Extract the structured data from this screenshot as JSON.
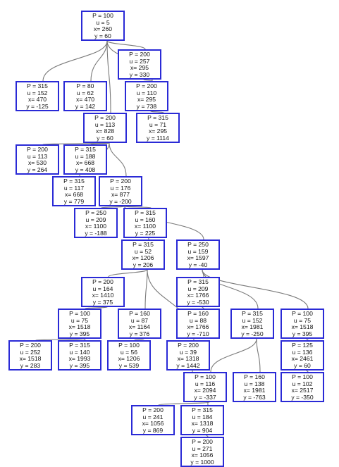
{
  "nodes": [
    {
      "id": "n1",
      "P": "100",
      "u": "5",
      "x": "260",
      "y": "60"
    },
    {
      "id": "n2",
      "P": "200",
      "u": "257",
      "x": "295",
      "y": "330"
    },
    {
      "id": "n3",
      "P": "315",
      "u": "152",
      "x": "470",
      "y": "-125"
    },
    {
      "id": "n4",
      "P": "80",
      "u": "62",
      "x": "470",
      "y": "142"
    },
    {
      "id": "n5",
      "P": "200",
      "u": "110",
      "x": "295",
      "y": "738"
    },
    {
      "id": "n6",
      "P": "200",
      "u": "113",
      "x": "828",
      "y": "60"
    },
    {
      "id": "n7",
      "P": "315",
      "u": "71",
      "x": "295",
      "y": "1114"
    },
    {
      "id": "n8",
      "P": "200",
      "u": "113",
      "x": "530",
      "y": "264"
    },
    {
      "id": "n9",
      "P": "315",
      "u": "188",
      "x": "668",
      "y": "408"
    },
    {
      "id": "n10",
      "P": "315",
      "u": "117",
      "x": "668",
      "y": "779"
    },
    {
      "id": "n11",
      "P": "200",
      "u": "176",
      "x": "877",
      "y": "-200"
    },
    {
      "id": "n12",
      "P": "250",
      "u": "209",
      "x": "1100",
      "y": "-188"
    },
    {
      "id": "n13",
      "P": "315",
      "u": "160",
      "x": "1100",
      "y": "225"
    },
    {
      "id": "n14",
      "P": "315",
      "u": "52",
      "x": "1206",
      "y": "206"
    },
    {
      "id": "n15",
      "P": "250",
      "u": "159",
      "x": "1597",
      "y": "-40"
    },
    {
      "id": "n16",
      "P": "200",
      "u": "164",
      "x": "1410",
      "y": "375"
    },
    {
      "id": "n17",
      "P": "315",
      "u": "209",
      "x": "1766",
      "y": "-530"
    },
    {
      "id": "n18",
      "P": "100",
      "u": "75",
      "x": "1518",
      "y": "395"
    },
    {
      "id": "n19",
      "P": "160",
      "u": "87",
      "x": "1164",
      "y": "376"
    },
    {
      "id": "n20",
      "P": "160",
      "u": "88",
      "x": "1766",
      "y": "-710"
    },
    {
      "id": "n21",
      "P": "315",
      "u": "152",
      "x": "1981",
      "y": "-250"
    },
    {
      "id": "n22",
      "P": "100",
      "u": "75",
      "x": "1518",
      "y": "395"
    },
    {
      "id": "n23",
      "P": "200",
      "u": "252",
      "x": "1518",
      "y": "283"
    },
    {
      "id": "n24",
      "P": "315",
      "u": "140",
      "x": "1993",
      "y": "395"
    },
    {
      "id": "n25",
      "P": "100",
      "u": "56",
      "x": "1206",
      "y": "539"
    },
    {
      "id": "n26",
      "P": "200",
      "u": "39",
      "x": "1318",
      "y": "1442"
    },
    {
      "id": "n27",
      "P": "125",
      "u": "136",
      "x": "2461",
      "y": "60"
    },
    {
      "id": "n28",
      "P": "100",
      "u": "116",
      "x": "2094",
      "y": "-337"
    },
    {
      "id": "n29",
      "P": "160",
      "u": "138",
      "x": "1981",
      "y": "-763"
    },
    {
      "id": "n30",
      "P": "100",
      "u": "102",
      "x": "2517",
      "y": "-350"
    },
    {
      "id": "n31",
      "P": "200",
      "u": "241",
      "x": "1056",
      "y": "869"
    },
    {
      "id": "n32",
      "P": "315",
      "u": "184",
      "x": "1318",
      "y": "904"
    },
    {
      "id": "n33",
      "P": "200",
      "u": "271",
      "x": "1056",
      "y": "1000"
    }
  ],
  "edges": [
    [
      "n1",
      "n2"
    ],
    [
      "n1",
      "n3"
    ],
    [
      "n1",
      "n4"
    ],
    [
      "n1",
      "n6"
    ],
    [
      "n1",
      "n5"
    ],
    [
      "n2",
      "n5"
    ],
    [
      "n5",
      "n7"
    ],
    [
      "n6",
      "n8"
    ],
    [
      "n6",
      "n9"
    ],
    [
      "n6",
      "n11"
    ],
    [
      "n6",
      "n10"
    ],
    [
      "n11",
      "n12"
    ],
    [
      "n11",
      "n13"
    ],
    [
      "n11",
      "n14"
    ],
    [
      "n11",
      "n15"
    ],
    [
      "n14",
      "n16"
    ],
    [
      "n14",
      "n19"
    ],
    [
      "n14",
      "n26"
    ],
    [
      "n15",
      "n17"
    ],
    [
      "n15",
      "n21"
    ],
    [
      "n15",
      "n22"
    ],
    [
      "n17",
      "n20"
    ],
    [
      "n16",
      "n18"
    ],
    [
      "n18",
      "n23"
    ],
    [
      "n18",
      "n24"
    ],
    [
      "n19",
      "n25"
    ],
    [
      "n21",
      "n29"
    ],
    [
      "n21",
      "n28"
    ],
    [
      "n22",
      "n27"
    ],
    [
      "n27",
      "n30"
    ],
    [
      "n28",
      "n31"
    ],
    [
      "n26",
      "n32"
    ],
    [
      "n32",
      "n33"
    ]
  ]
}
